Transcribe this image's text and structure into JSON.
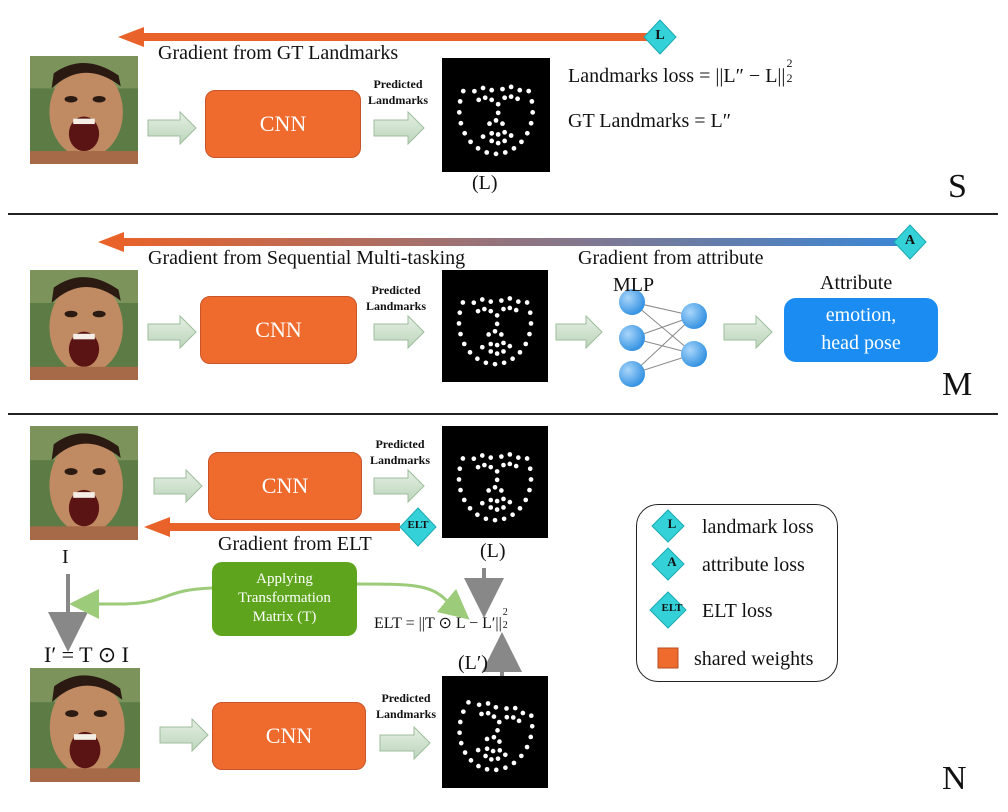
{
  "colors": {
    "cnn": "#ef6a2d",
    "arrow_orange": "#e8622a",
    "arrow_blue": "#3b86d4",
    "diamond": "#34d1d8",
    "attribute_box": "#1a8cf2",
    "transform_box": "#5ea51d",
    "mlp_node": "#4ba3ea"
  },
  "icons": {
    "face_photo": "face-photo",
    "landmark_map": "landmark-map",
    "block_arrow": "block-arrow",
    "diamond": "diamond-marker"
  },
  "section_s": {
    "letter": "S",
    "gradient_label": "Gradient from GT Landmarks",
    "diamond_label": "L",
    "cnn_label": "CNN",
    "pred_label_1": "Predicted",
    "pred_label_2": "Landmarks",
    "landmark_caption": "(L)",
    "loss_eq": "Landmarks loss = ||L″ − L||",
    "loss_sup": "2",
    "loss_sub": "2",
    "gt_eq": "GT Landmarks = L″"
  },
  "section_m": {
    "letter": "M",
    "gradient_label": "Gradient from Sequential Multi-tasking",
    "gradient_attr_label": "Gradient from attribute",
    "diamond_label": "A",
    "cnn_label": "CNN",
    "pred_label_1": "Predicted",
    "pred_label_2": "Landmarks",
    "mlp_label": "MLP",
    "attribute_title": "Attribute",
    "attribute_line1": "emotion,",
    "attribute_line2": "head pose"
  },
  "section_n": {
    "letter": "N",
    "gradient_label": "Gradient from ELT",
    "diamond_label": "ELT",
    "cnn_label": "CNN",
    "cnn2_label": "CNN",
    "pred_label_1": "Predicted",
    "pred_label_2": "Landmarks",
    "landmark_caption": "(L)",
    "landmark2_caption": "(L′)",
    "input_label": "I",
    "transformed_label": "I′ = T ⊙ I",
    "apply_line1": "Applying",
    "apply_line2": "Transformation",
    "apply_line3": "Matrix (T)",
    "elt_eq": "ELT = ||T ⊙ L − L′||",
    "elt_sup": "2",
    "elt_sub": "2"
  },
  "legend": {
    "items": [
      {
        "symbol": "L",
        "label": "landmark loss"
      },
      {
        "symbol": "A",
        "label": "attribute loss"
      },
      {
        "symbol": "ELT",
        "label": "ELT loss"
      },
      {
        "symbol": "",
        "label": "shared weights"
      }
    ]
  }
}
